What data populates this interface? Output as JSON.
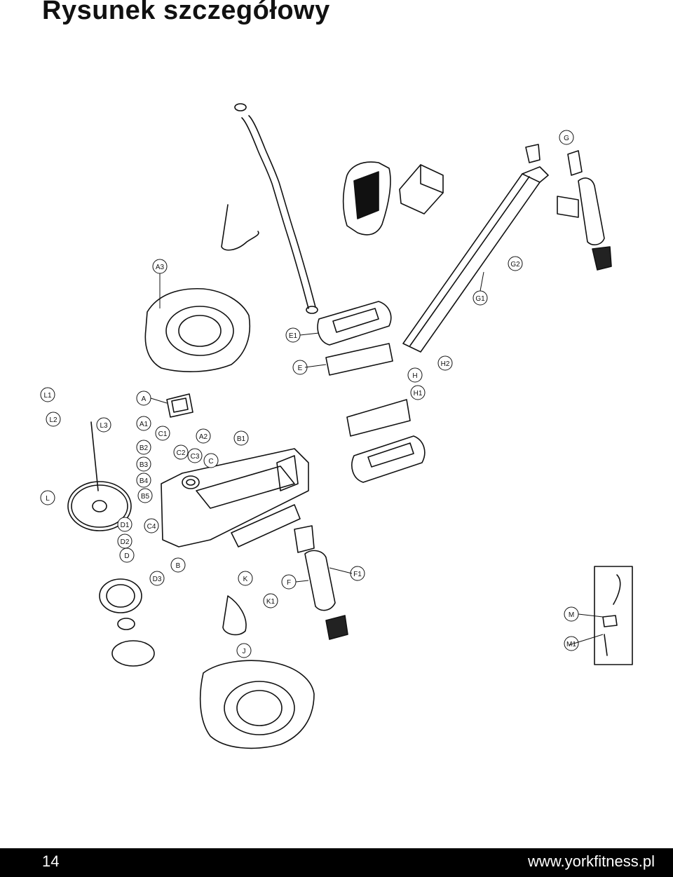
{
  "header": {
    "title": "Rysunek szczegółowy"
  },
  "footer": {
    "page_number": "14",
    "url": "www.yorkfitness.pl"
  },
  "diagram": {
    "part_callouts": [
      "A",
      "A1",
      "A2",
      "A3",
      "B",
      "B1",
      "B2",
      "B3",
      "B4",
      "B5",
      "C",
      "C1",
      "C2",
      "C3",
      "C4",
      "D",
      "D1",
      "D2",
      "D3",
      "E",
      "E1",
      "F",
      "F1",
      "G",
      "G1",
      "G2",
      "H",
      "H1",
      "H2",
      "J",
      "K",
      "K1",
      "L",
      "L1",
      "L2",
      "L3",
      "M",
      "M1"
    ]
  }
}
